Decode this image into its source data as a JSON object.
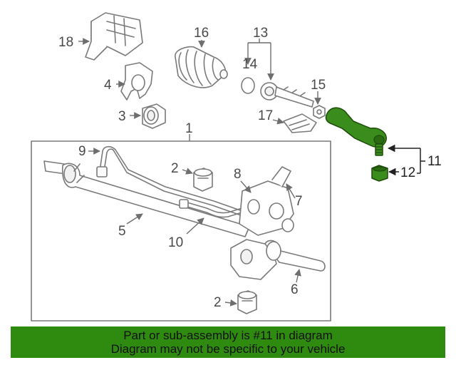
{
  "callouts": {
    "n1": "1",
    "n2a": "2",
    "n2b": "2",
    "n3": "3",
    "n4": "4",
    "n5": "5",
    "n6": "6",
    "n7": "7",
    "n8": "8",
    "n9": "9",
    "n10": "10",
    "n11": "11",
    "n12": "12",
    "n13": "13",
    "n14": "14",
    "n15": "15",
    "n16": "16",
    "n17": "17",
    "n18": "18"
  },
  "highlight": {
    "part_number": "11",
    "color": "#3a8c1c"
  },
  "banner": {
    "line1": "Part or sub-assembly is #11 in diagram",
    "line2": "Diagram may not be specific to your vehicle",
    "color": "#2f8a10"
  }
}
